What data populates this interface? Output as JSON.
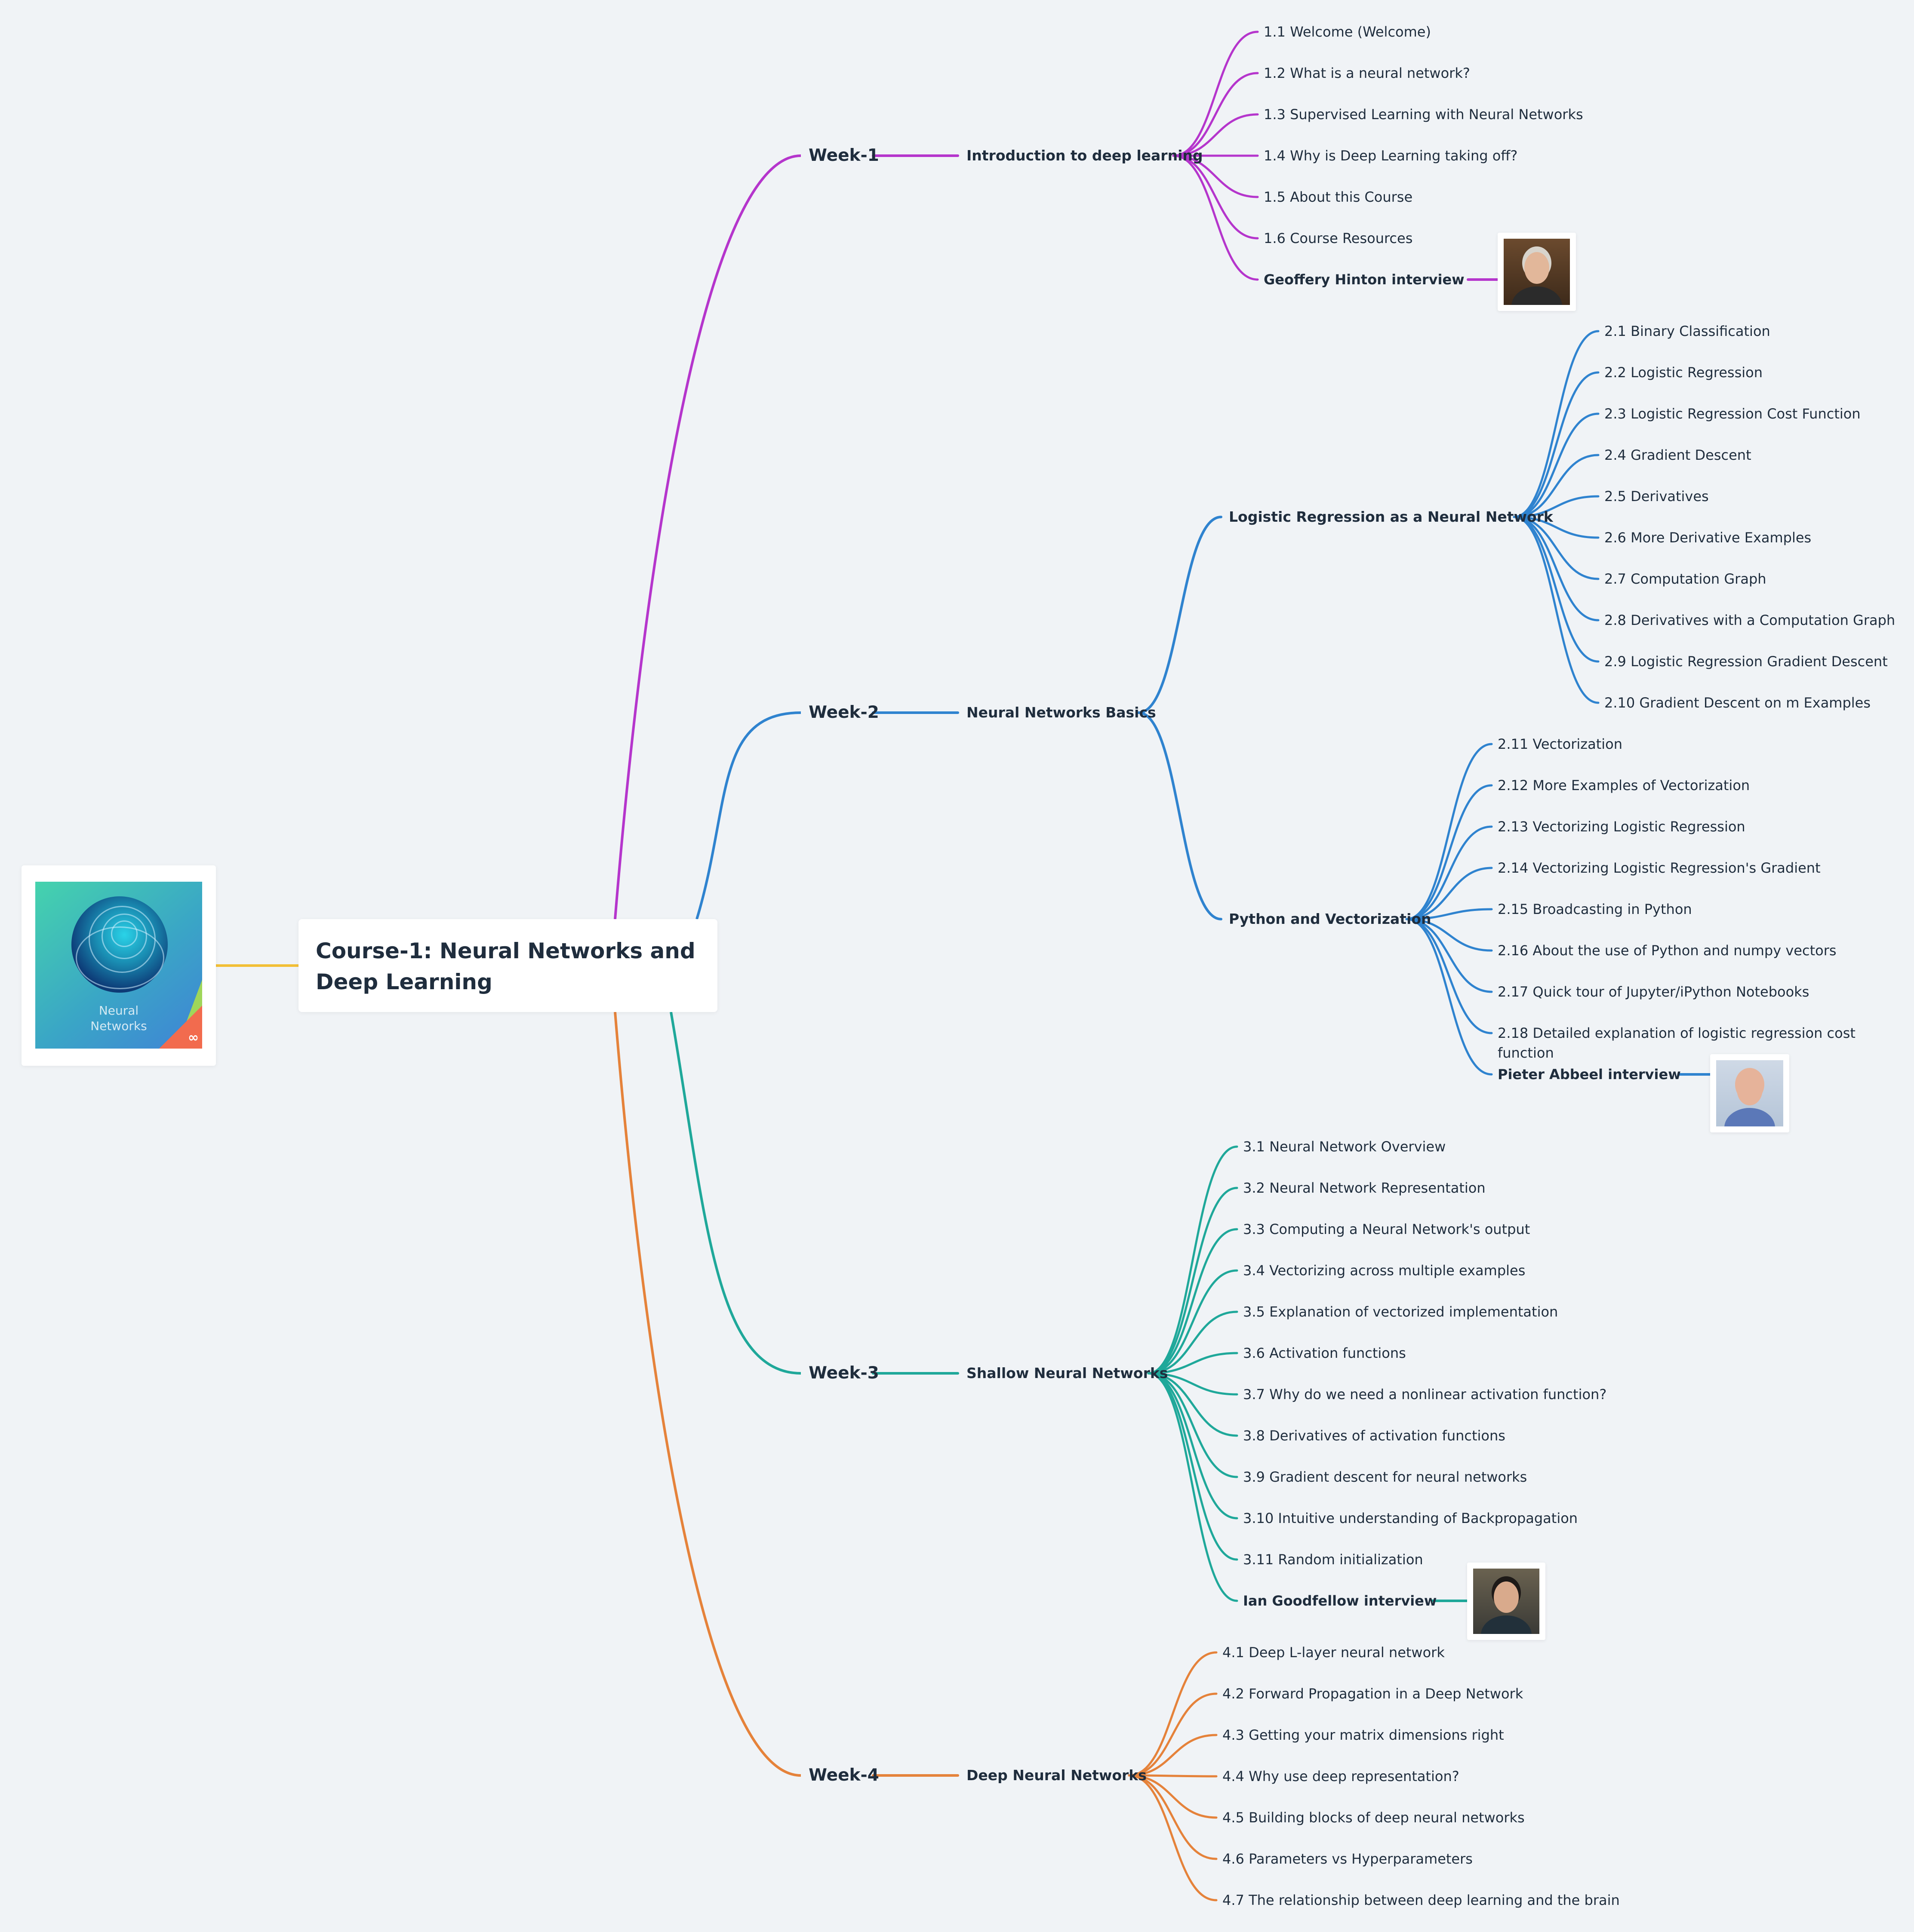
{
  "root": {
    "title": "Course-1: Neural Networks and Deep Learning",
    "cover_image": {
      "text_line1": "Neural",
      "text_line2": "Networks",
      "logo": "∞"
    }
  },
  "colors": {
    "week1": "#b535cc",
    "week2": "#2f83cf",
    "week3": "#1fa89a",
    "week4": "#e5823a",
    "root_link": "#f2bf36"
  },
  "weeks": [
    {
      "label": "Week-1",
      "topics": [
        {
          "label": "Introduction to deep learning",
          "items": [
            {
              "label": "1.1 Welcome (Welcome)"
            },
            {
              "label": " 1.2 What is a neural network?"
            },
            {
              "label": "1.3 Supervised Learning with Neural Networks"
            },
            {
              "label": "1.4 Why is Deep Learning taking off?"
            },
            {
              "label": " 1.5 About this Course"
            },
            {
              "label": "1.6 Course Resources"
            },
            {
              "label": " Geoffery Hinton interview",
              "bold": true,
              "photo": "geoffrey-hinton-photo"
            }
          ]
        }
      ]
    },
    {
      "label": "Week-2",
      "topics": [
        {
          "label": "Neural Networks Basics",
          "subtopics": [
            {
              "label": "Logistic Regression as a Neural Network",
              "items": [
                {
                  "label": "2.1 Binary Classification"
                },
                {
                  "label": "2.2 Logistic Regression"
                },
                {
                  "label": "2.3 Logistic Regression Cost Function"
                },
                {
                  "label": "2.4 Gradient Descent"
                },
                {
                  "label": "2.5 Derivatives"
                },
                {
                  "label": "2.6 More Derivative Examples"
                },
                {
                  "label": "2.7 Computation Graph"
                },
                {
                  "label": "2.8 Derivatives with a Computation Graph"
                },
                {
                  "label": "2.9 Logistic Regression Gradient Descent"
                },
                {
                  "label": "2.10 Gradient Descent on m Examples"
                }
              ]
            },
            {
              "label": "Python and Vectorization",
              "items": [
                {
                  "label": "2.11 Vectorization"
                },
                {
                  "label": "2.12 More Examples of Vectorization"
                },
                {
                  "label": "2.13 Vectorizing Logistic Regression"
                },
                {
                  "label": " 2.14 Vectorizing Logistic Regression's Gradient"
                },
                {
                  "label": "2.15 Broadcasting in Python"
                },
                {
                  "label": "2.16 About the use of Python and numpy vectors"
                },
                {
                  "label": "2.17 Quick tour of Jupyter/iPython Notebooks"
                },
                {
                  "label": "2.18 Detailed explanation of logistic regression cost function"
                },
                {
                  "label": "Pieter Abbeel interview",
                  "bold": true,
                  "photo": "pieter-abbeel-photo"
                }
              ]
            }
          ]
        }
      ]
    },
    {
      "label": "Week-3",
      "topics": [
        {
          "label": "Shallow Neural Networks",
          "items": [
            {
              "label": "3.1 Neural Network Overview"
            },
            {
              "label": "3.2 Neural Network Representation"
            },
            {
              "label": "3.3 Computing a Neural Network's output"
            },
            {
              "label": "3.4 Vectorizing across multiple examples"
            },
            {
              "label": "3.5 Explanation of vectorized implementation"
            },
            {
              "label": "3.6 Activation functions"
            },
            {
              "label": "3.7 Why do we need a nonlinear activation function?"
            },
            {
              "label": "3.8 Derivatives of activation functions"
            },
            {
              "label": "3.9 Gradient descent for neural networks"
            },
            {
              "label": "3.10 Intuitive understanding of Backpropagation"
            },
            {
              "label": "3.11 Random initialization"
            },
            {
              "label": "Ian Goodfellow interview",
              "bold": true,
              "photo": "ian-goodfellow-photo"
            }
          ]
        }
      ]
    },
    {
      "label": "Week-4",
      "topics": [
        {
          "label": "Deep Neural Networks",
          "items": [
            {
              "label": "4.1 Deep L-layer neural network"
            },
            {
              "label": "4.2 Forward Propagation in a Deep Network"
            },
            {
              "label": "4.3 Getting your matrix dimensions right"
            },
            {
              "label": "4.4 Why use deep representation?"
            },
            {
              "label": "4.5 Building blocks of deep neural networks"
            },
            {
              "label": "4.6 Parameters vs Hyperparameters"
            },
            {
              "label": "4.7 The relationship between deep learning and the brain"
            }
          ]
        }
      ]
    }
  ]
}
